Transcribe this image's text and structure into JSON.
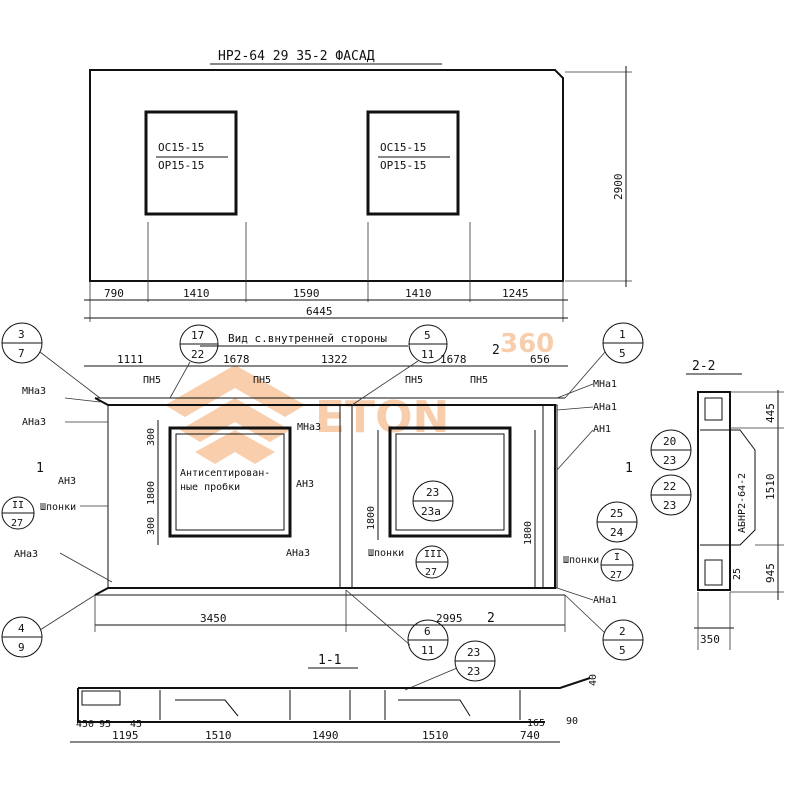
{
  "facade": {
    "title": "НР2-64 29 35-2 ФАСАД",
    "window_labels": [
      "ОС15-15",
      "ОР15-15"
    ],
    "height_dim": "2900",
    "bottom_dims": [
      "790",
      "1410",
      "1590",
      "1410",
      "1245"
    ],
    "total_dim": "6445"
  },
  "inner_view": {
    "title": "Вид с.внутренней стороны",
    "top_dims": [
      "1111",
      "1678",
      "1322",
      "1678",
      "656"
    ],
    "pn_labels": [
      "ПН5",
      "ПН5",
      "ПН5",
      "ПН5"
    ],
    "left_labels": [
      "МНа3",
      "АНа3",
      "АН3",
      "Шпонки",
      "АНа3"
    ],
    "right_labels": [
      "МНа1",
      "АНа1",
      "АН1",
      "Шпонки",
      "АНа1"
    ],
    "center_labels": [
      "МНа3",
      "АН3",
      "АНа3",
      "Шпонки"
    ],
    "antiseptic_note": [
      "Антисептирован-",
      "ные пробки"
    ],
    "vert_dims": [
      "300",
      "1800",
      "300",
      "1800",
      "1800"
    ],
    "bottom_dims": [
      "3450",
      "2995"
    ],
    "section_marks": [
      "1",
      "1",
      "2",
      "2"
    ]
  },
  "callouts": [
    {
      "top": "3",
      "bottom": "7"
    },
    {
      "top": "17",
      "bottom": "22"
    },
    {
      "top": "5",
      "bottom": "11"
    },
    {
      "top": "1",
      "bottom": "5"
    },
    {
      "top": "II",
      "bottom": "27"
    },
    {
      "top": "23",
      "bottom": "23а"
    },
    {
      "top": "III",
      "bottom": "27"
    },
    {
      "top": "25",
      "bottom": "24"
    },
    {
      "top": "I",
      "bottom": "27"
    },
    {
      "top": "4",
      "bottom": "9"
    },
    {
      "top": "6",
      "bottom": "11"
    },
    {
      "top": "2",
      "bottom": "5"
    },
    {
      "top": "23",
      "bottom": "23"
    },
    {
      "top": "20",
      "bottom": "23"
    },
    {
      "top": "22",
      "bottom": "23"
    }
  ],
  "section_11": {
    "title": "1-1",
    "dims": [
      "450",
      "95",
      "45",
      "1195",
      "1510",
      "1490",
      "1510",
      "740",
      "165",
      "90",
      "40"
    ]
  },
  "section_22": {
    "title": "2-2",
    "dims": [
      "445",
      "1510",
      "945",
      "25",
      "350"
    ],
    "block_label": "АБНР2-64-2"
  },
  "watermark": "ETON",
  "watermark_num": "360"
}
